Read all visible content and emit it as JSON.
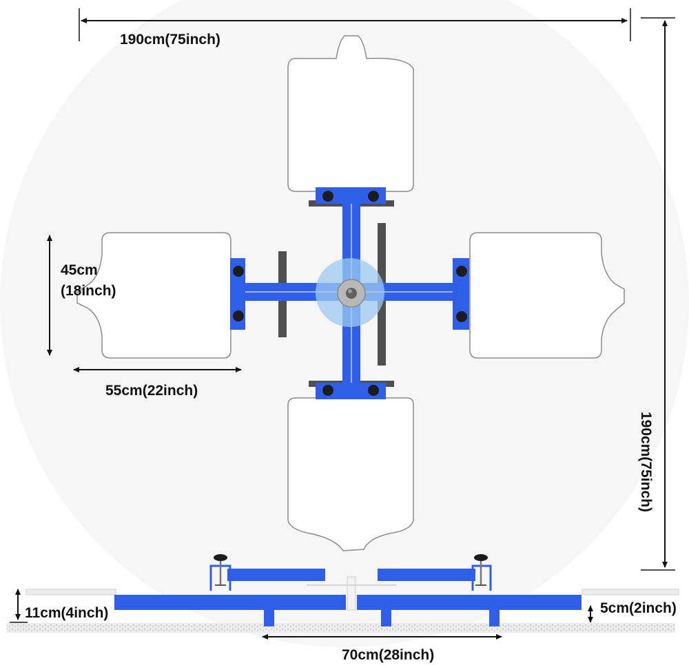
{
  "dimensions": {
    "overall_width": "190cm(75inch)",
    "overall_height": "190cm(75inch)",
    "pallet_height_line1": "45cm",
    "pallet_height_line2": "(18inch)",
    "pallet_width": "55cm(22inch)",
    "total_height_side": "11cm(4inch)",
    "pallet_thickness": "5cm(2inch)",
    "base_width": "70cm(28inch)"
  },
  "colors": {
    "frame_blue": "#2f5fe8",
    "hub_glow": "#9cc8f2",
    "hub_metal": "#b8b8b8",
    "bolt_black": "#1c1c1c",
    "bar_gray": "#505050",
    "pallet_outline": "#8a8a8a",
    "ground": "#cfcfcf"
  },
  "icons": {
    "hub": "center-hub-icon",
    "bolt": "bolt-icon",
    "clamp_knob": "clamp-knob-icon"
  }
}
